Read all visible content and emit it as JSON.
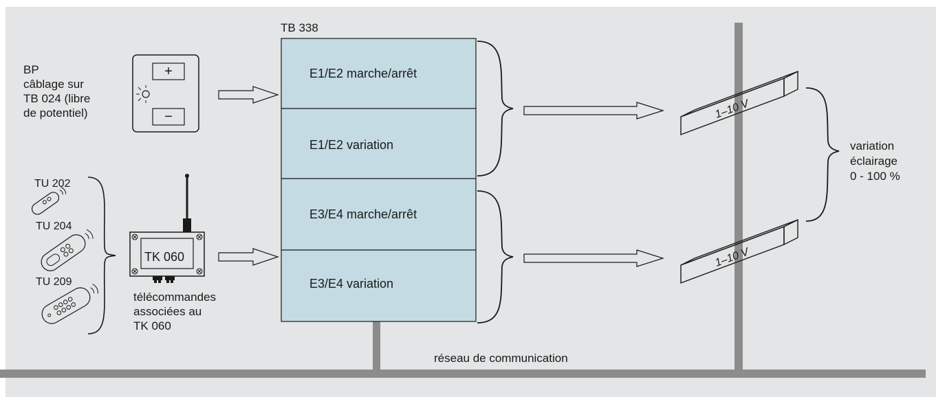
{
  "colors": {
    "background": "#e4e5e6",
    "network": "#8c8c8c",
    "module_fill": "#c4dbe3",
    "line": "#1a1a1a",
    "white": "#ffffff"
  },
  "module": {
    "name": "TB 338",
    "rows": [
      "E1/E2 marche/arrêt",
      "E1/E2 variation",
      "E3/E4 marche/arrêt",
      "E3/E4 variation"
    ]
  },
  "push_button": {
    "label_lines": [
      "BP",
      "câblage sur",
      "TB 024 (libre",
      "de potentiel)"
    ],
    "plus_symbol": "+",
    "minus_symbol": "−",
    "icon": "push-button-panel-icon"
  },
  "remotes": [
    {
      "label": "TU 202",
      "icon": "remote-2-button-icon"
    },
    {
      "label": "TU 204",
      "icon": "remote-4-button-icon"
    },
    {
      "label": "TU 209",
      "icon": "remote-9-button-icon"
    }
  ],
  "receiver": {
    "label": "TK 060",
    "caption_lines": [
      "télécommandes",
      "associées au",
      "TK 060"
    ],
    "icon": "radio-receiver-icon"
  },
  "dimmers": [
    "1–10 V",
    "1–10 V"
  ],
  "output_label_lines": [
    "variation",
    "éclairage",
    "0 - 100 %"
  ],
  "network_label": "réseau de communication"
}
